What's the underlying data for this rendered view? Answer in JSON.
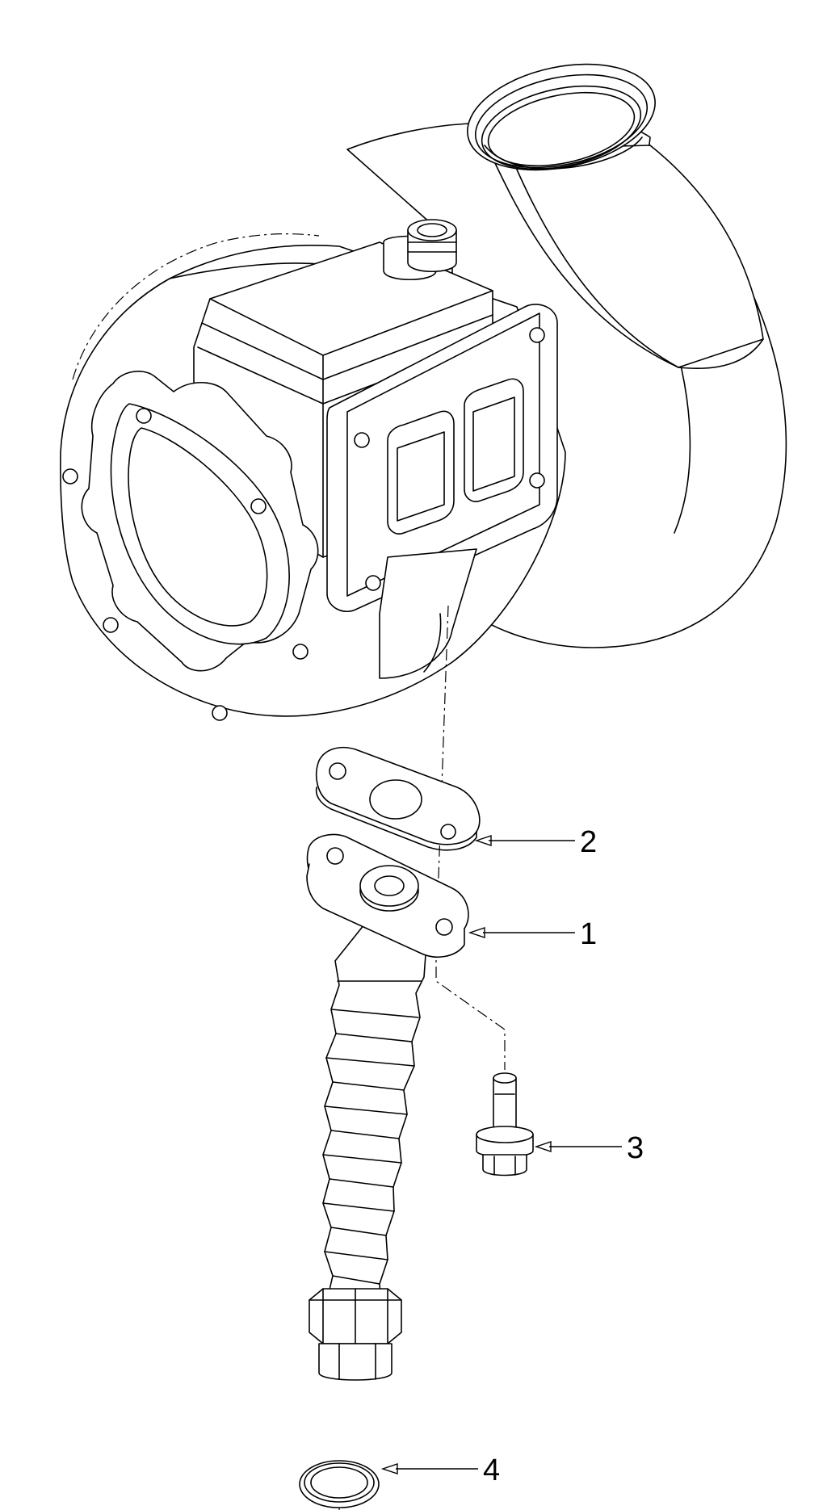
{
  "callouts": [
    {
      "id": "1",
      "label": "1"
    },
    {
      "id": "2",
      "label": "2"
    },
    {
      "id": "3",
      "label": "3"
    },
    {
      "id": "4",
      "label": "4"
    }
  ],
  "colors": {
    "line": "#000000",
    "background": "#ffffff"
  },
  "icons": {
    "turbocharger": "turbocharger-icon",
    "drain-tube": "drain-tube-icon",
    "gasket": "gasket-icon",
    "bolt": "bolt-icon",
    "seal-ring": "seal-ring-icon"
  }
}
